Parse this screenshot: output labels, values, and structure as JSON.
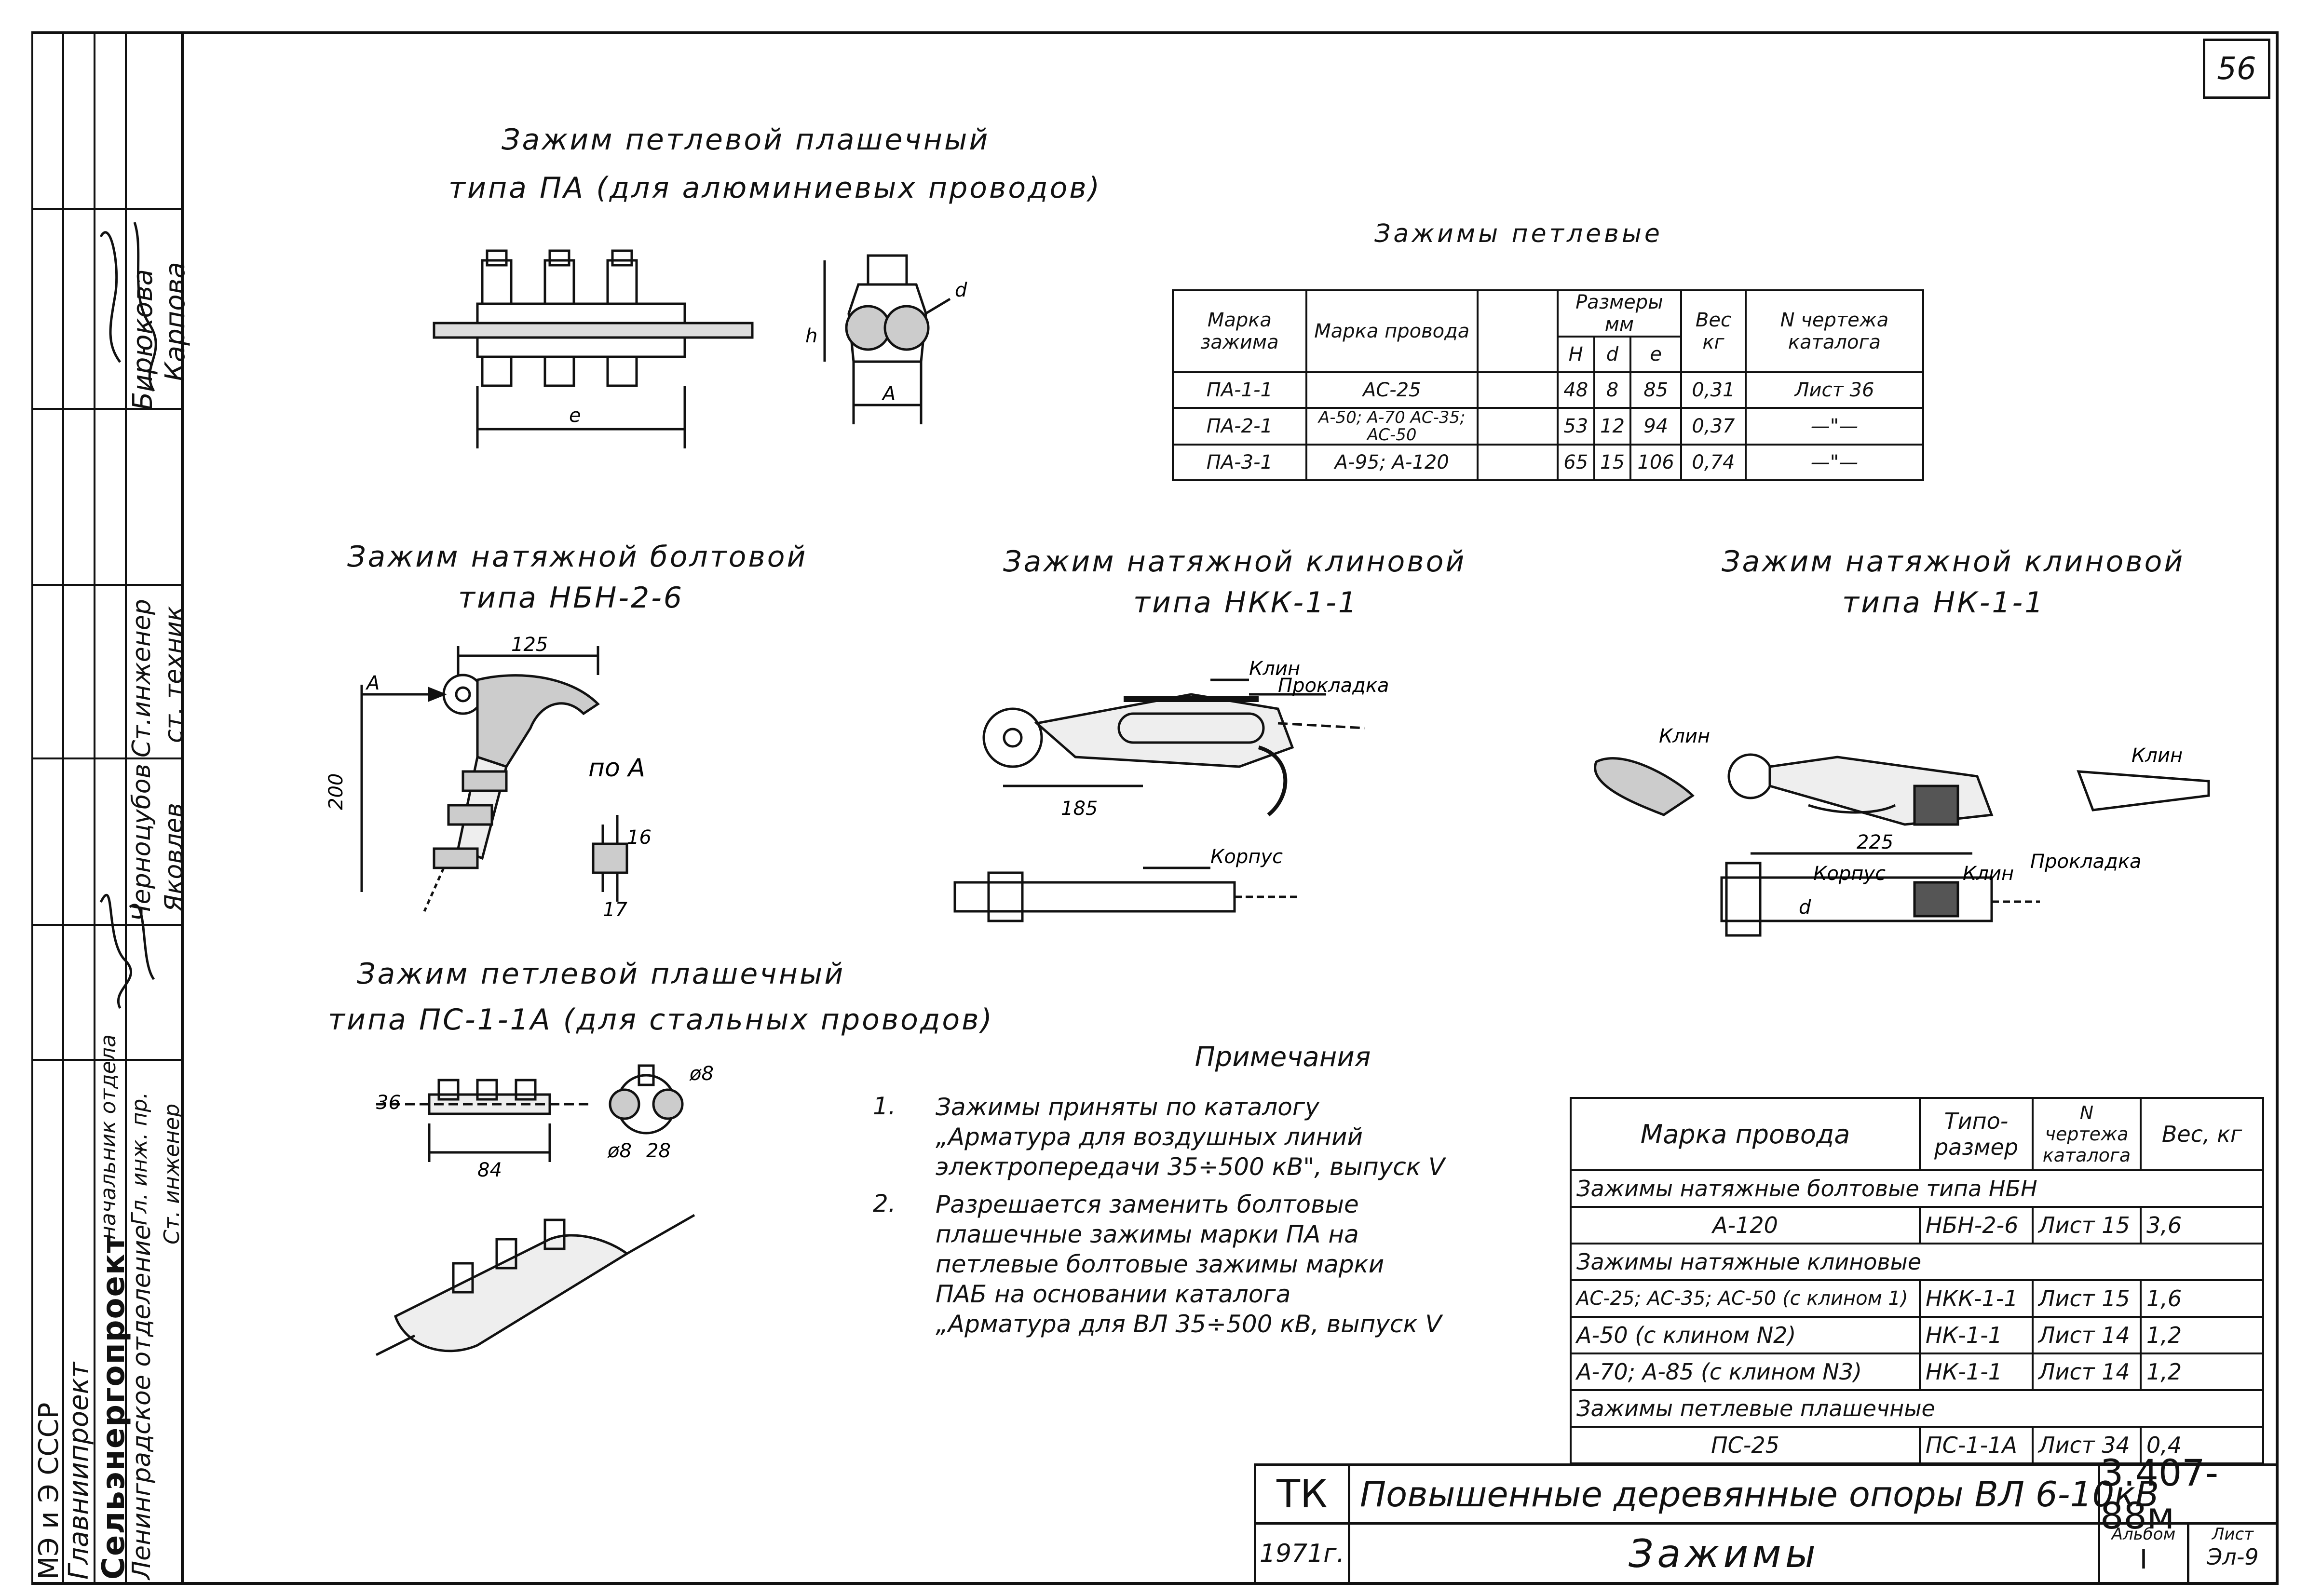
{
  "page_number": "56",
  "left_strip": {
    "roles": [
      "начальник отдела",
      "Гл. инж. пр.",
      "Ст. инженер"
    ],
    "names_top": [
      "Бирюкова",
      "Карпова"
    ],
    "names_mid": [
      "Ст.инженер",
      "ст. техник"
    ],
    "names_mid2": [
      "Черноцубов",
      "Яковлев"
    ],
    "org": [
      "Сельэнергопроект",
      "Ленинградское отделение"
    ],
    "ministry": [
      "МЭ и Э СССР",
      "Главниипроект"
    ]
  },
  "captions": {
    "pa_line1": "Зажим петлевой плашечный",
    "pa_line2": "типа ПА (для алюминиевых проводов)",
    "nbn_line1": "Зажим натяжной болтовой",
    "nbn_line2": "типа НБН-2-6",
    "nkk_line1": "Зажим натяжной клиновой",
    "nkk_line2": "типа НКК-1-1",
    "nk_line1": "Зажим натяжной клиновой",
    "nk_line2": "типа НК-1-1",
    "ps_line1": "Зажим петлевой плашечный",
    "ps_line2": "типа ПС-1-1А (для стальных проводов)"
  },
  "labels": {
    "dim_l": "e",
    "dim_h": "h",
    "dim_a": "A",
    "dim_d": "d",
    "nbn_125": "125",
    "nbn_200": "200",
    "nbn_a": "A",
    "po_a": "по А",
    "nbn_16": "16",
    "nbn_17": "17",
    "klin": "Клин",
    "prokladka": "Прокладка",
    "korpus": "Корпус",
    "nkk_185": "185",
    "nk_225": "225",
    "ps_36": "36",
    "ps_84": "84",
    "ps_28": "28",
    "ps_8a": "ø8",
    "ps_8b": "ø8"
  },
  "table1": {
    "title": "Зажимы петлевые",
    "headers": [
      "Марка зажима",
      "Марка провода",
      "Размеры мм",
      "Вес кг",
      "N чертежа каталога"
    ],
    "sub_headers": [
      "H",
      "d",
      "e"
    ],
    "rows": [
      [
        "ПА-1-1",
        "АС-25",
        "48",
        "8",
        "85",
        "0,31",
        "Лист 36"
      ],
      [
        "ПА-2-1",
        "А-50; А-70 АС-35; АС-50",
        "53",
        "12",
        "94",
        "0,37",
        "—\"—"
      ],
      [
        "ПА-3-1",
        "А-95; А-120",
        "65",
        "15",
        "106",
        "0,74",
        "—\"—"
      ]
    ]
  },
  "notes": {
    "title": "Примечания",
    "items": [
      {
        "num": "1.",
        "lines": [
          "Зажимы приняты по каталогу",
          "„Арматура для воздушных линий",
          "электропередачи 35÷500 кВ\", выпуск V"
        ]
      },
      {
        "num": "2.",
        "lines": [
          "Разрешается заменить болтовые",
          "плашечные зажимы марки ПА на",
          "петлевые болтовые зажимы марки",
          "ПАБ на основании каталога",
          "„Арматура для ВЛ 35÷500 кВ, выпуск V"
        ]
      }
    ]
  },
  "table2": {
    "headers": [
      "Марка провода",
      "Типо-размер",
      "N чертежа каталога",
      "Вес, кг"
    ],
    "sections": [
      {
        "title": "Зажимы натяжные болтовые типа НБН",
        "rows": [
          [
            "А-120",
            "НБН-2-6",
            "Лист 15",
            "3,6"
          ]
        ]
      },
      {
        "title": "Зажимы натяжные клиновые",
        "rows": [
          [
            "АС-25; АС-35; АС-50 (с клином 1)",
            "НКК-1-1",
            "Лист 15",
            "1,6"
          ],
          [
            "А-50 (с клином N2)",
            "НК-1-1",
            "Лист 14",
            "1,2"
          ],
          [
            "А-70; А-85 (с клином N3)",
            "НК-1-1",
            "Лист 14",
            "1,2"
          ]
        ]
      },
      {
        "title": "Зажимы петлевые плашечные",
        "rows": [
          [
            "ПС-25",
            "ПС-1-1А",
            "Лист 34",
            "0,4"
          ]
        ]
      }
    ]
  },
  "stamp": {
    "tk": "ТК",
    "title": "Повышенные деревянные опоры ВЛ 6-10кВ",
    "code": "3.407-88м",
    "year": "1971г.",
    "subtitle": "Зажимы",
    "album_label": "Альбом",
    "album": "I",
    "sheet_label": "Лист",
    "sheet": "Эл-9"
  }
}
